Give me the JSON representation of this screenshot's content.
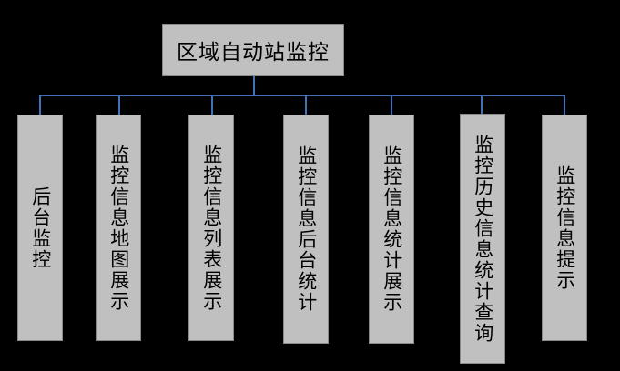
{
  "diagram": {
    "type": "organization-tree",
    "title_node": {
      "label": "区域自动站监控",
      "name": "root-node"
    },
    "colors": {
      "background": "#000000",
      "node_fill": "#c0c0c0",
      "node_border": "#8a8a8a",
      "connector": "#3f72b8",
      "text": "#000000"
    },
    "children": [
      {
        "label": "后台监控",
        "name": "node-backend-monitoring"
      },
      {
        "label": "监控信息地图展示",
        "name": "node-map-display"
      },
      {
        "label": "监控信息列表展示",
        "name": "node-list-display"
      },
      {
        "label": "监控信息后台统计",
        "name": "node-backend-statistics"
      },
      {
        "label": "监控信息统计展示",
        "name": "node-statistics-display"
      },
      {
        "label": "监控历史信息统计查询",
        "name": "node-history-query"
      },
      {
        "label": "监控信息提示",
        "name": "node-alert-tips"
      }
    ]
  }
}
